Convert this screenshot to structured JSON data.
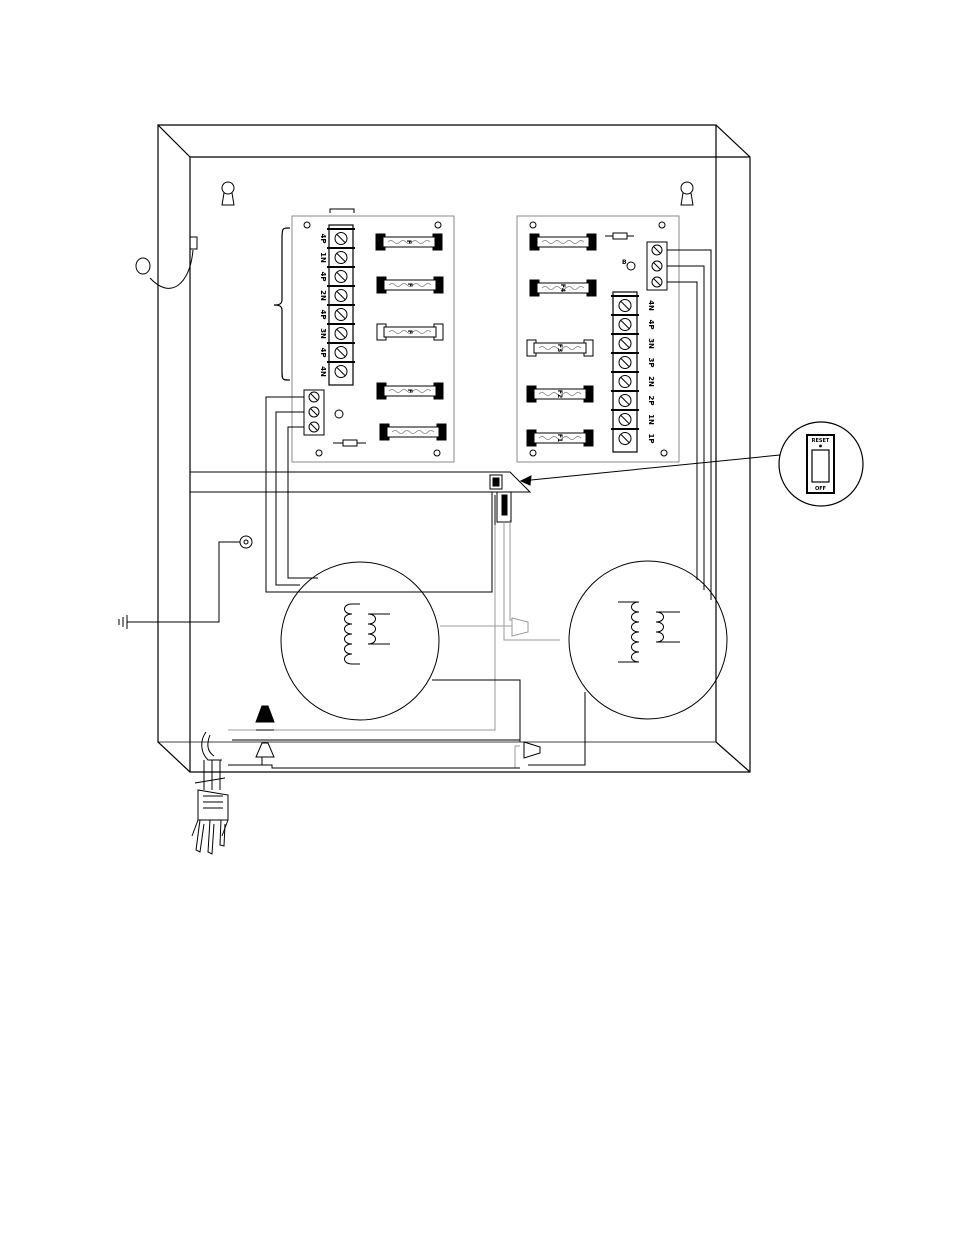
{
  "left_board": {
    "terminal_labels": [
      "4P",
      "1N",
      "4P",
      "2N",
      "4P",
      "3N",
      "4P",
      "4N"
    ],
    "fuse_letters": [
      "F",
      "F",
      "F",
      "F"
    ]
  },
  "right_board": {
    "terminal_labels": [
      "4N",
      "4P",
      "3N",
      "3P",
      "2N",
      "2P",
      "1N",
      "1P"
    ],
    "fuse_letters": [
      "F4",
      "F3",
      "F2",
      "F1"
    ],
    "led_label": "B"
  },
  "breaker_callout": {
    "top_label": "RESET",
    "bottom_label": "OFF"
  },
  "colors": {
    "ink": "#000000",
    "light_wire": "#9a9a9a",
    "board_edge": "#8a8a8a"
  }
}
